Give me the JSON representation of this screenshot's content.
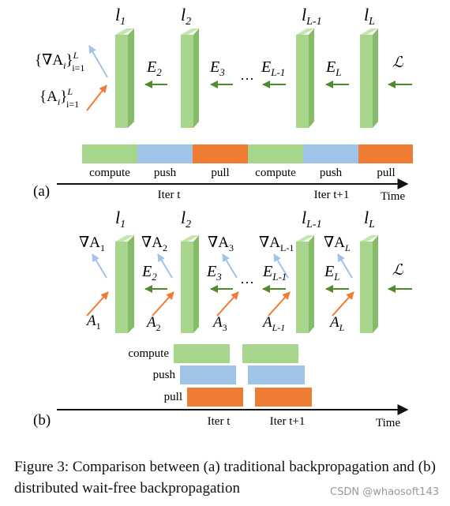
{
  "colors": {
    "layer_fill": "#a8d58c",
    "layer_side": "#86bb69",
    "compute": "#a8d58c",
    "push": "#9fc4e8",
    "pull": "#ee7c33",
    "grad_arrow": "#9fc4e8",
    "act_arrow": "#ee7c33",
    "error_arrow": "#4f8a2e"
  },
  "layers": {
    "l1": "l",
    "l1_sub": "1",
    "l2": "l",
    "l2_sub": "2",
    "lL1": "l",
    "lL1_sub": "L-1",
    "lL": "l",
    "lL_sub": "L"
  },
  "panel_a": {
    "label": "(a)",
    "grad_set": "{∇A",
    "grad_set_sub": "i",
    "grad_set_tail": "}",
    "set_sup": "L",
    "set_sub": "i=1",
    "act_set": "{A",
    "act_set_sub": "i",
    "act_set_tail": "}",
    "errors": [
      {
        "E": "E",
        "sub": "2"
      },
      {
        "E": "E",
        "sub": "3"
      },
      {
        "E": "E",
        "sub": "L-1"
      },
      {
        "E": "E",
        "sub": "L"
      }
    ],
    "ellipsis": "···",
    "loss": "ℒ",
    "segments": [
      "compute",
      "push",
      "pull",
      "compute",
      "push",
      "pull"
    ],
    "iter_labels": [
      "Iter t",
      "Iter t+1"
    ],
    "time_label": "Time"
  },
  "panel_b": {
    "label": "(b)",
    "grads": [
      {
        "name": "∇A",
        "sub": "1"
      },
      {
        "name": "∇A",
        "sub": "2"
      },
      {
        "name": "∇A",
        "sub": "3"
      },
      {
        "name": "∇A",
        "sub": "L-1"
      },
      {
        "name": "∇A",
        "sub": "L"
      }
    ],
    "acts": [
      {
        "name": "A",
        "sub": "1"
      },
      {
        "name": "A",
        "sub": "2"
      },
      {
        "name": "A",
        "sub": "3"
      },
      {
        "name": "A",
        "sub": "L-1"
      },
      {
        "name": "A",
        "sub": "L"
      }
    ],
    "errors": [
      {
        "E": "E",
        "sub": "2"
      },
      {
        "E": "E",
        "sub": "3"
      },
      {
        "E": "E",
        "sub": "L-1"
      },
      {
        "E": "E",
        "sub": "L"
      }
    ],
    "ellipsis": "···",
    "loss": "ℒ",
    "row_labels": [
      "compute",
      "push",
      "pull"
    ],
    "iter_labels": [
      "Iter t",
      "Iter t+1"
    ],
    "time_label": "Time"
  },
  "caption": "Figure 3:  Comparison between (a) traditional backpropagation and (b) distributed wait-free backpropagation",
  "watermark": "CSDN @whaosoft143"
}
